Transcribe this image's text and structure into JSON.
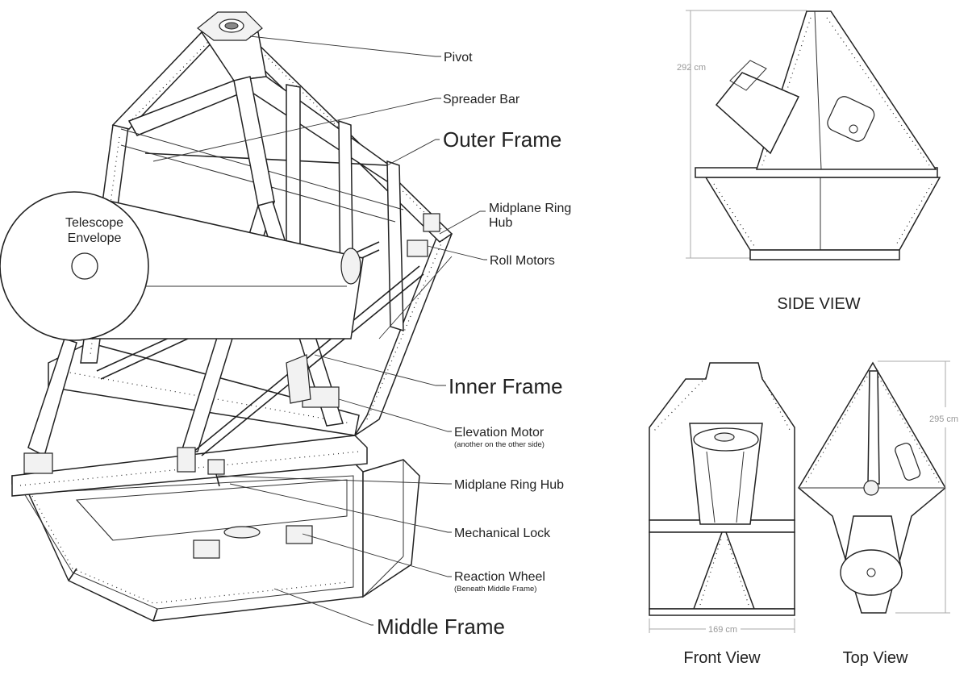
{
  "callouts": {
    "pivot": "Pivot",
    "spreader_bar": "Spreader Bar",
    "outer_frame": "Outer Frame",
    "midplane_ring_hub_top_1": "Midplane Ring",
    "midplane_ring_hub_top_2": "Hub",
    "roll_motors": "Roll Motors",
    "telescope_envelope_1": "Telescope",
    "telescope_envelope_2": "Envelope",
    "inner_frame": "Inner Frame",
    "elevation_motor": "Elevation Motor",
    "elevation_motor_note": "(another on the other side)",
    "midplane_ring_hub": "Midplane Ring Hub",
    "mechanical_lock": "Mechanical Lock",
    "reaction_wheel": "Reaction Wheel",
    "reaction_wheel_note": "(Beneath Middle Frame)",
    "middle_frame": "Middle Frame"
  },
  "views": {
    "side_view": "SIDE VIEW",
    "front_view": "Front View",
    "top_view": "Top View"
  },
  "dimensions": {
    "side_height": "292 cm",
    "front_width": "169 cm",
    "top_height": "295 cm"
  }
}
